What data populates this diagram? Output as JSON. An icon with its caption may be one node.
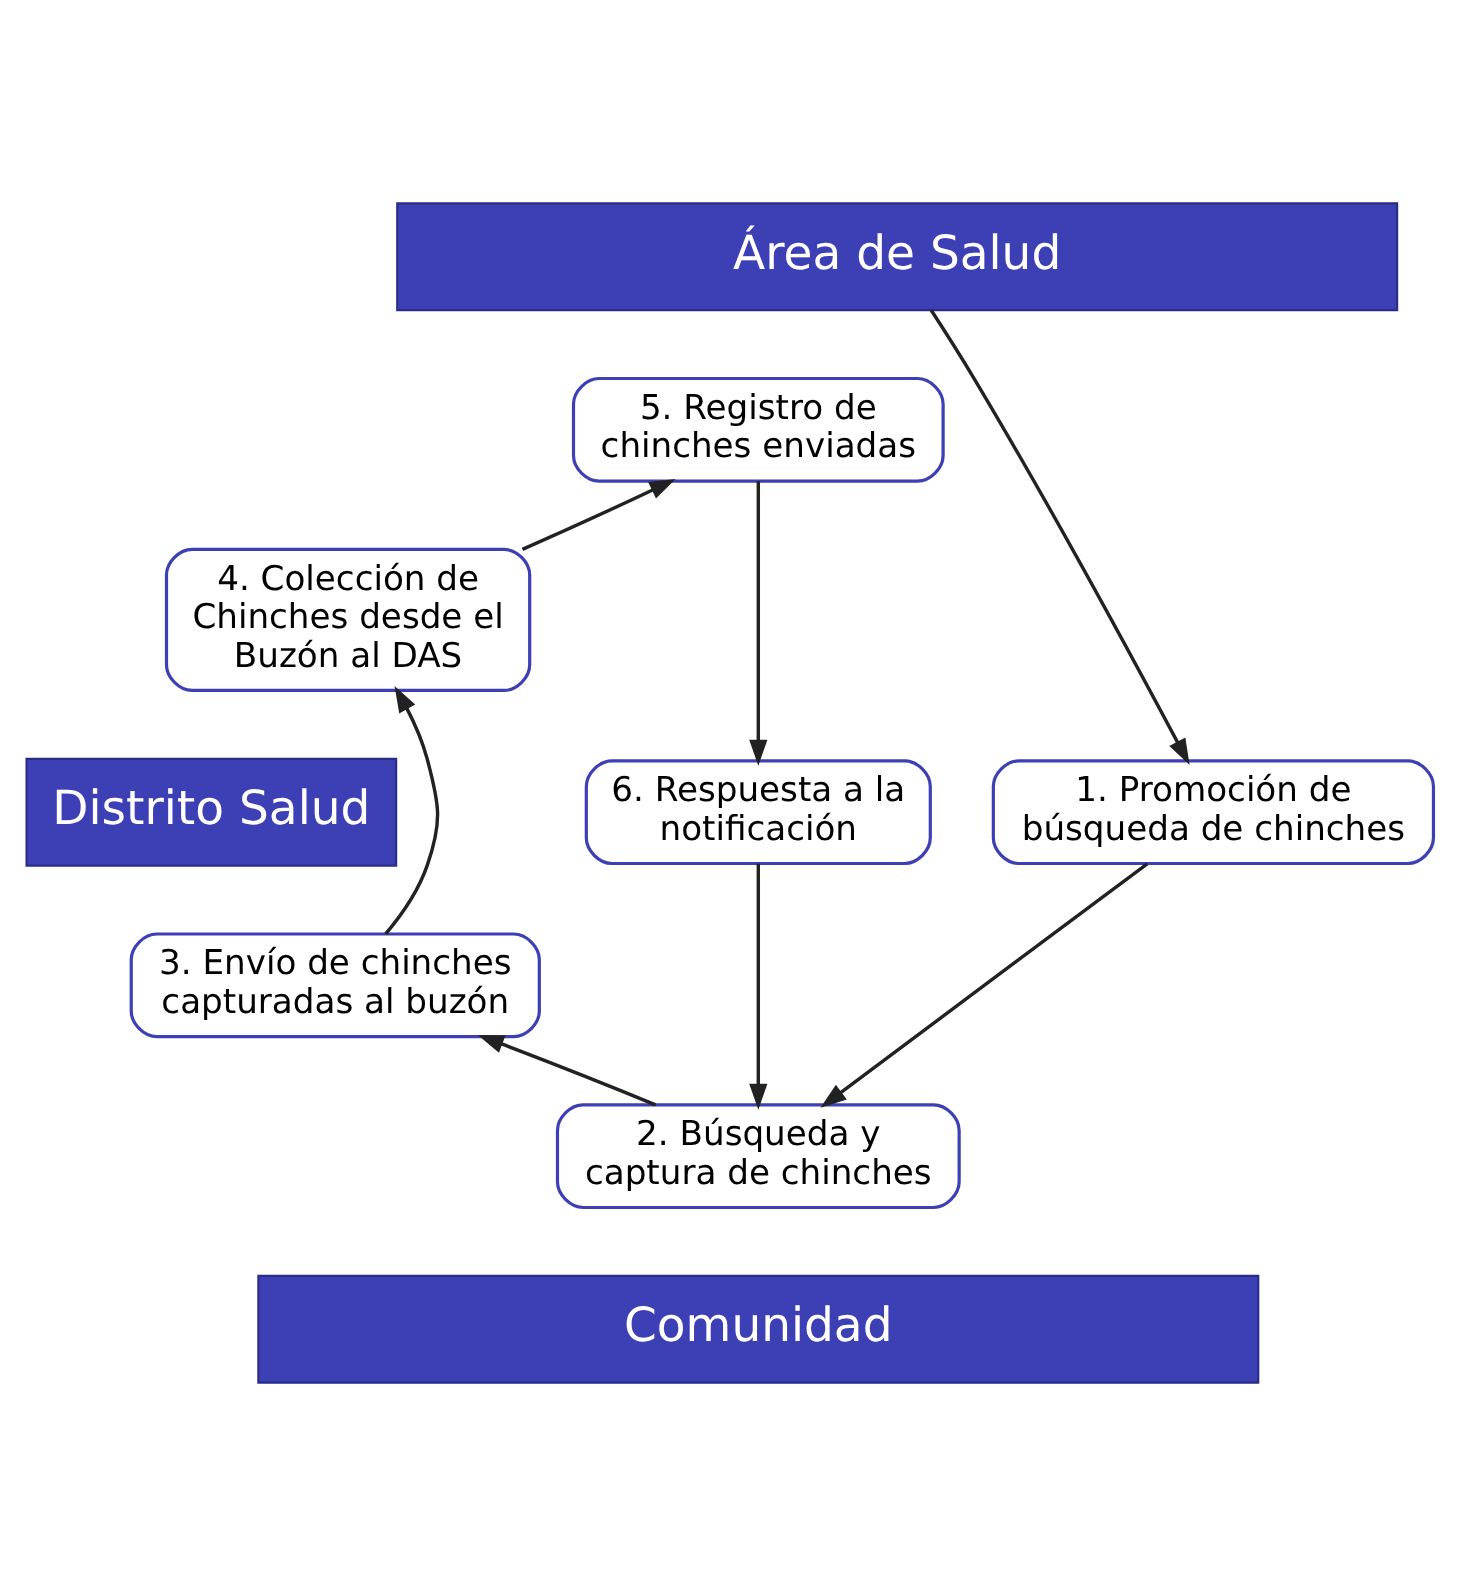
{
  "diagram": {
    "nodes": [
      {
        "text": [
          "Área de Salud"
        ]
      },
      {
        "text": [
          "5. Registro de chinches enviadas"
        ]
      },
      {
        "text": [
          "4. Colección de Chinches desde el Buzón al DAS"
        ]
      },
      {
        "text": [
          "1. Promoción de búsqueda de chinches"
        ]
      },
      {
        "text": [
          "Distrito Salud"
        ]
      },
      {
        "text": [
          "6. Respuesta a la notificación"
        ]
      },
      {
        "text": [
          "3. Envío de chinches capturadas al buzón"
        ]
      },
      {
        "text": [
          "2. Búsqueda y captura de chinches"
        ]
      },
      {
        "text": [
          "Comunidad"
        ]
      }
    ],
    "edges": [
      {
        "from": 0,
        "to": 3,
        "arrow": "to"
      },
      {
        "from": 3,
        "to": 7,
        "arrow": "to"
      },
      {
        "from": 7,
        "to": 6,
        "arrow": "to"
      },
      {
        "from": 6,
        "to": 2,
        "arrow": "to"
      },
      {
        "from": 2,
        "to": 1,
        "arrow": "to"
      },
      {
        "from": 1,
        "to": 5,
        "arrow": "to"
      },
      {
        "from": 5,
        "to": 7,
        "arrow": "to"
      }
    ]
  }
}
